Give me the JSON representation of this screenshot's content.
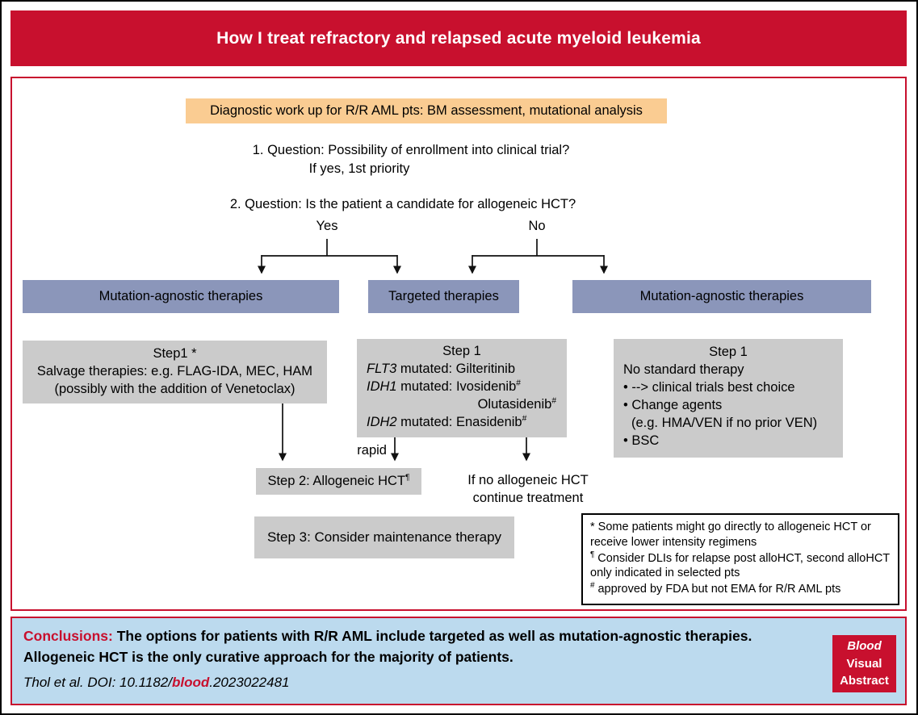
{
  "title": "How I treat refractory and relapsed acute myeloid leukemia",
  "colors": {
    "accent_red": "#C8102E",
    "branch_header_slate": "#8B96BA",
    "step_box_gray": "#CBCBCB",
    "diagnostic_orange": "#FACC92",
    "conclusions_blue": "#BCDAEE"
  },
  "diagnostic": {
    "text": "Diagnostic work up for R/R AML pts: BM assessment, mutational analysis"
  },
  "questions": {
    "q1": "1. Question: Possibility of enrollment into clinical trial?",
    "q1_note": "If yes, 1st priority",
    "q2": "2. Question: Is the patient a candidate for allogeneic HCT?",
    "yes": "Yes",
    "no": "No"
  },
  "branch_headers": {
    "left": "Mutation-agnostic therapies",
    "middle": "Targeted therapies",
    "right": "Mutation-agnostic therapies"
  },
  "salvage_step1": {
    "title": "Step1 *",
    "line1": "Salvage therapies: e.g. FLAG-IDA, MEC, HAM",
    "line2": "(possibly with the addition of Venetoclax)"
  },
  "targeted_step1": {
    "title": "Step 1",
    "row1": {
      "gene": "FLT3",
      "text": " mutated: Gilteritinib",
      "sup": ""
    },
    "row2": {
      "gene": "IDH1",
      "text": " mutated: Ivosidenib",
      "sup": "#"
    },
    "row3": {
      "text": "Olutasidenib",
      "sup": "#"
    },
    "row4": {
      "gene": "IDH2",
      "text": " mutated: Enasidenib",
      "sup": "#"
    }
  },
  "no_hct_step1": {
    "title": "Step 1",
    "intro": "No standard therapy",
    "bullet1": "• --> clinical trials best choice",
    "bullet2": "• Change agents",
    "bullet2_sub": "(e.g. HMA/VEN if no prior VEN)",
    "bullet3": "• BSC"
  },
  "flow_labels": {
    "rapid": "rapid",
    "if_no_line1": "If no allogeneic HCT",
    "if_no_line2": "continue treatment"
  },
  "step2": {
    "text": "Step 2: Allogeneic HCT",
    "sup": "¶"
  },
  "step3": {
    "text": "Step 3: Consider maintenance therapy"
  },
  "footnotes": {
    "fn1": {
      "sym": "*",
      "text": "Some patients might go directly to allogeneic HCT or receive lower intensity regimens"
    },
    "fn2": {
      "sym": "¶",
      "text": "Consider DLIs for relapse post alloHCT, second alloHCT only indicated in selected pts"
    },
    "fn3": {
      "sym": "#",
      "text": "approved by FDA but not EMA for R/R AML pts"
    }
  },
  "conclusions": {
    "label": "Conclusions:",
    "text1": "The options for patients with R/R AML include targeted as well as mutation-agnostic therapies.",
    "text2": "Allogeneic HCT is the only curative approach for the majority of patients."
  },
  "doi": {
    "prefix": "Thol et al. DOI: 10.1182/",
    "brand": "blood",
    "suffix": ".2023022481"
  },
  "logo": {
    "line1": "Blood",
    "line2": "Visual",
    "line3": "Abstract"
  }
}
